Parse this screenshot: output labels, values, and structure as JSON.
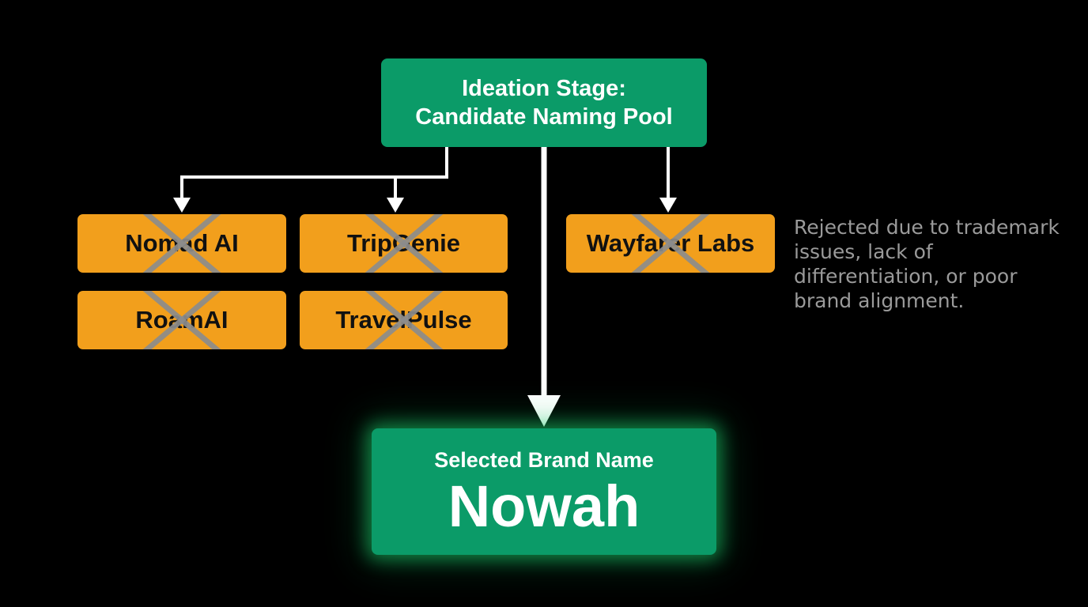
{
  "root": {
    "line1": "Ideation Stage:",
    "line2": "Candidate Naming Pool"
  },
  "candidates": [
    {
      "name": "Nomad AI",
      "status": "rejected"
    },
    {
      "name": "TripGenie",
      "status": "rejected"
    },
    {
      "name": "RoamAI",
      "status": "rejected"
    },
    {
      "name": "TravelPulse",
      "status": "rejected"
    },
    {
      "name": "Wayfarer Labs",
      "status": "rejected"
    }
  ],
  "rejection_note": "Rejected due to trademark issues, lack of differentiation, or poor brand alignment.",
  "selected": {
    "caption": "Selected Brand Name",
    "name": "Nowah"
  },
  "colors": {
    "background": "#000000",
    "root_fill": "#0b9b68",
    "candidate_fill": "#f29f1c",
    "selected_fill": "#0b9b68",
    "selected_glow": "#1ed26e",
    "strike": "#8c8c8c",
    "connector": "#ffffff",
    "note_text": "#9a9a9a"
  },
  "icons": {
    "strike": "x-mark-icon",
    "connector_head": "arrowhead-icon"
  }
}
